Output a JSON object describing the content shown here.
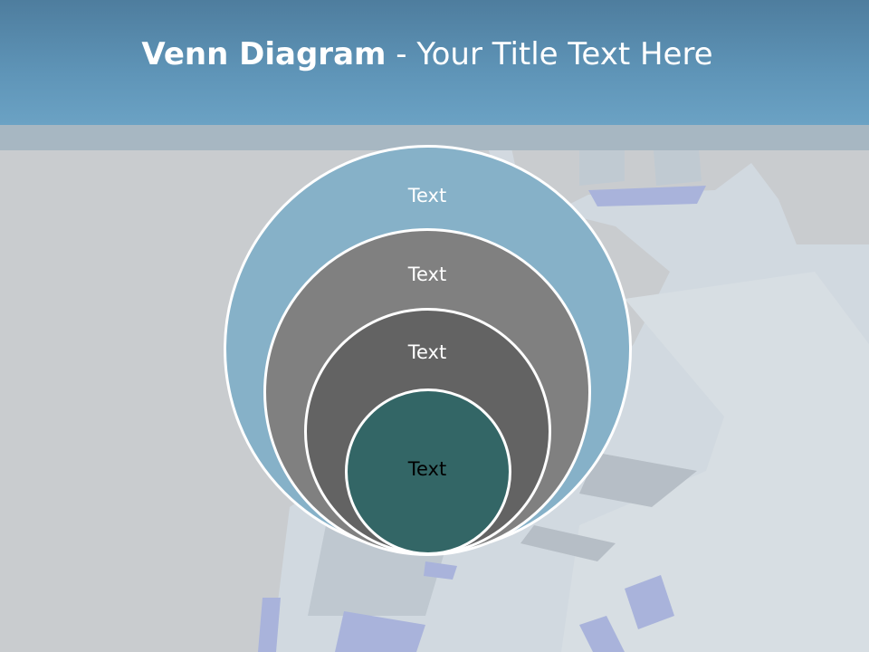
{
  "slide": {
    "title_bold": "Venn Diagram",
    "title_rest": " - Your Title Text Here"
  },
  "diagram": {
    "circles": [
      {
        "label": "Text",
        "fill": "#86b1c8",
        "text_color": "#ffffff"
      },
      {
        "label": "Text",
        "fill": "#808080",
        "text_color": "#ffffff"
      },
      {
        "label": "Text",
        "fill": "#636363",
        "text_color": "#ffffff"
      },
      {
        "label": "Text",
        "fill": "#336666",
        "text_color": "#000000"
      }
    ]
  },
  "colors": {
    "header": "#5f95b8",
    "background": "#c9cccf",
    "outline": "#ffffff"
  }
}
